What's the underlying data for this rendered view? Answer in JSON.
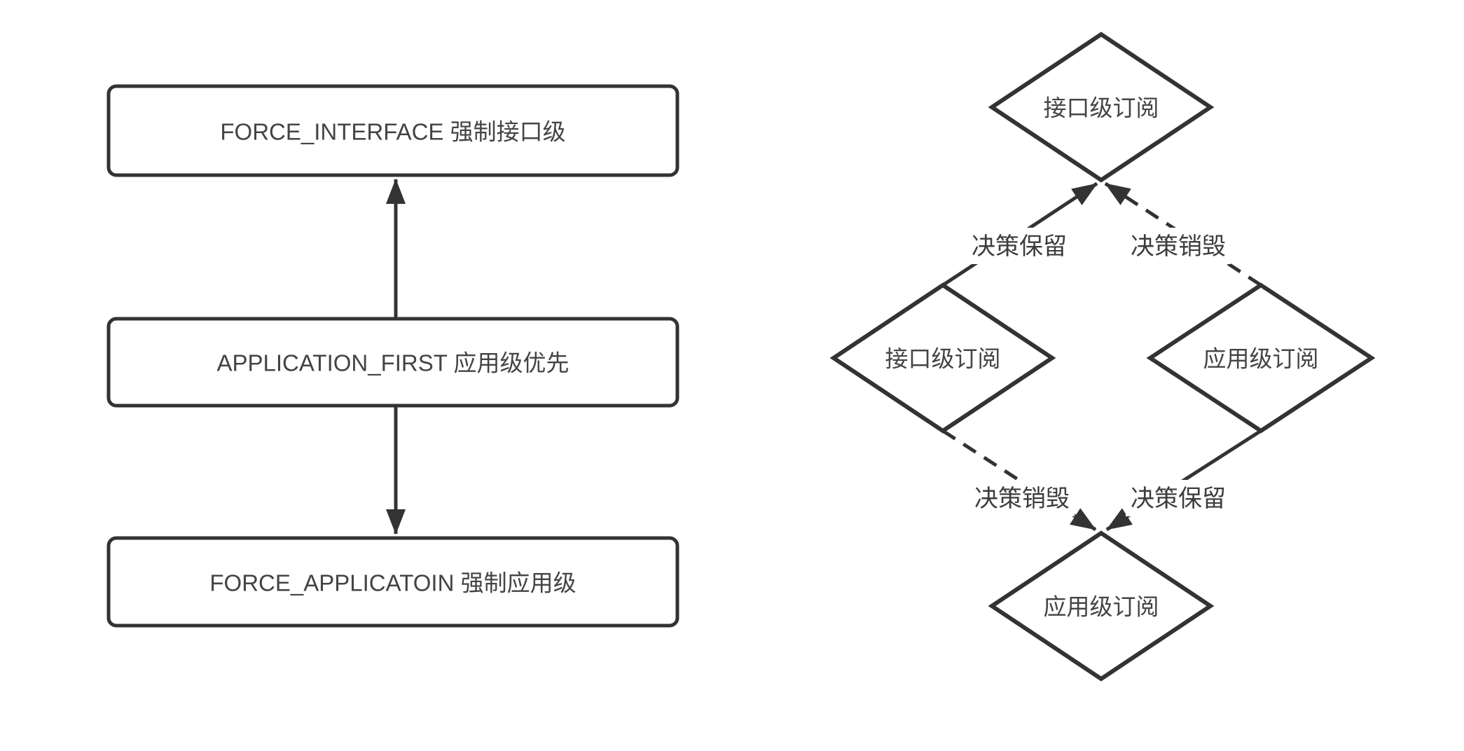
{
  "canvas": {
    "background": "#ffffff",
    "stroke_color": "#333333",
    "text_color": "#444444"
  },
  "priority_ladder": {
    "boxes": [
      {
        "label": "FORCE_INTERFACE 强制接口级"
      },
      {
        "label": "APPLICATION_FIRST 应用级优先"
      },
      {
        "label": "FORCE_APPLICATOIN 强制应用级"
      }
    ],
    "arrows": [
      {
        "style": "solid",
        "direction": "up"
      },
      {
        "style": "solid",
        "direction": "down"
      }
    ]
  },
  "decision_graph": {
    "nodes": [
      {
        "id": "top",
        "label": "接口级订阅"
      },
      {
        "id": "left",
        "label": "接口级订阅"
      },
      {
        "id": "right",
        "label": "应用级订阅"
      },
      {
        "id": "bottom",
        "label": "应用级订阅"
      }
    ],
    "edges": [
      {
        "from": "left",
        "to": "top",
        "label": "决策保留",
        "style": "solid"
      },
      {
        "from": "right",
        "to": "top",
        "label": "决策销毁",
        "style": "dashed"
      },
      {
        "from": "left",
        "to": "bottom",
        "label": "决策销毁",
        "style": "dashed"
      },
      {
        "from": "right",
        "to": "bottom",
        "label": "决策保留",
        "style": "solid"
      }
    ]
  }
}
